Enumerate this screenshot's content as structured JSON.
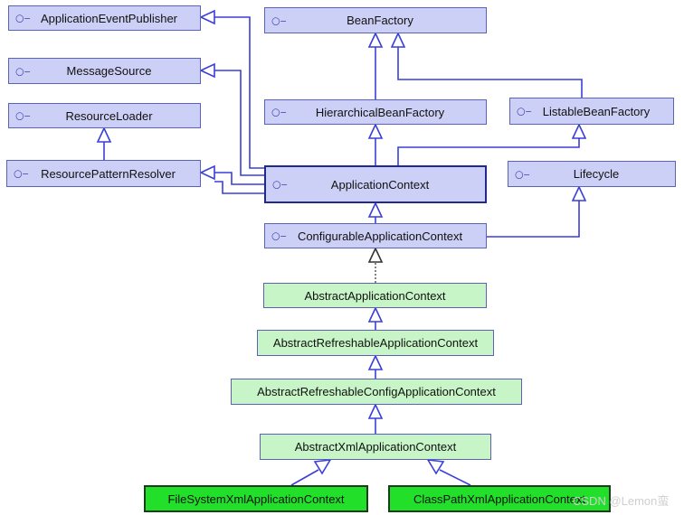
{
  "colors": {
    "interface_fill": "#cdd0f6",
    "abstract_fill": "#c8f5c8",
    "concrete_fill": "#22e02a",
    "connector": "#3a3fd8"
  },
  "icons": {
    "interface_marker": "interface-icon"
  },
  "nodes": {
    "application_event_publisher": "ApplicationEventPublisher",
    "bean_factory": "BeanFactory",
    "message_source": "MessageSource",
    "resource_loader": "ResourceLoader",
    "hierarchical_bean_factory": "HierarchicalBeanFactory",
    "listable_bean_factory": "ListableBeanFactory",
    "resource_pattern_resolver": "ResourcePatternResolver",
    "application_context": "ApplicationContext",
    "lifecycle": "Lifecycle",
    "configurable_application_context": "ConfigurableApplicationContext",
    "abstract_application_context": "AbstractApplicationContext",
    "abstract_refreshable_application_context": "AbstractRefreshableApplicationContext",
    "abstract_refreshable_config_application_context": "AbstractRefreshableConfigApplicationContext",
    "abstract_xml_application_context": "AbstractXmlApplicationContext",
    "file_system_xml_application_context": "FileSystemXmlApplicationContext",
    "class_path_xml_application_context": "ClassPathXmlApplicationContext"
  },
  "watermark": "CSDN @Lemon蛮"
}
